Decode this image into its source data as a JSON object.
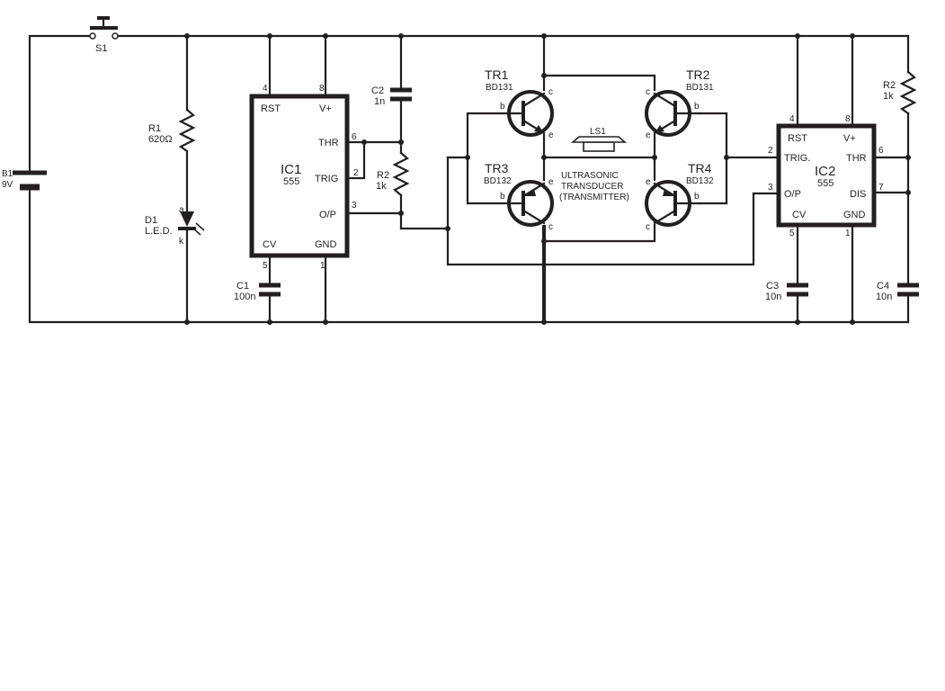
{
  "switch": {
    "ref": "S1"
  },
  "battery": {
    "ref": "B1",
    "value": "9V"
  },
  "r1": {
    "ref": "R1",
    "value": "620Ω"
  },
  "d1": {
    "ref": "D1",
    "value": "L.E.D.",
    "anode": "a",
    "cathode": "k"
  },
  "c1": {
    "ref": "C1",
    "value": "100n"
  },
  "c2": {
    "ref": "C2",
    "value": "1n"
  },
  "r2a": {
    "ref": "R2",
    "value": "1k"
  },
  "ic1": {
    "ref": "IC1",
    "part": "555",
    "pins": {
      "rst": "RST",
      "vplus": "V+",
      "thr": "THR",
      "trig": "TRIG",
      "op": "O/P",
      "cv": "CV",
      "gnd": "GND"
    },
    "pin_numbers": {
      "rst": "4",
      "vplus": "8",
      "thr": "6",
      "trig": "2",
      "op": "3",
      "cv": "5",
      "gnd": "1"
    }
  },
  "tr1": {
    "ref": "TR1",
    "part": "BD131"
  },
  "tr2": {
    "ref": "TR2",
    "part": "BD131"
  },
  "tr3": {
    "ref": "TR3",
    "part": "BD132"
  },
  "tr4": {
    "ref": "TR4",
    "part": "BD132"
  },
  "transistor_pins": {
    "b": "b",
    "c": "c",
    "e": "e"
  },
  "ls1": {
    "ref": "LS1",
    "line1": "ULTRASONIC",
    "line2": "TRANSDUCER",
    "line3": "(TRANSMITTER)"
  },
  "ic2": {
    "ref": "IC2",
    "part": "555",
    "pins": {
      "rst": "RST",
      "vplus": "V+",
      "trig": "TRIG.",
      "thr": "THR",
      "op": "O/P",
      "dis": "DIS",
      "cv": "CV",
      "gnd": "GND"
    },
    "pin_numbers": {
      "rst": "4",
      "vplus": "8",
      "trig": "2",
      "thr": "6",
      "op": "3",
      "dis": "7",
      "cv": "5",
      "gnd": "1"
    }
  },
  "c3": {
    "ref": "C3",
    "value": "10n"
  },
  "c4": {
    "ref": "C4",
    "value": "10n"
  },
  "r2b": {
    "ref": "R2",
    "value": "1k"
  }
}
